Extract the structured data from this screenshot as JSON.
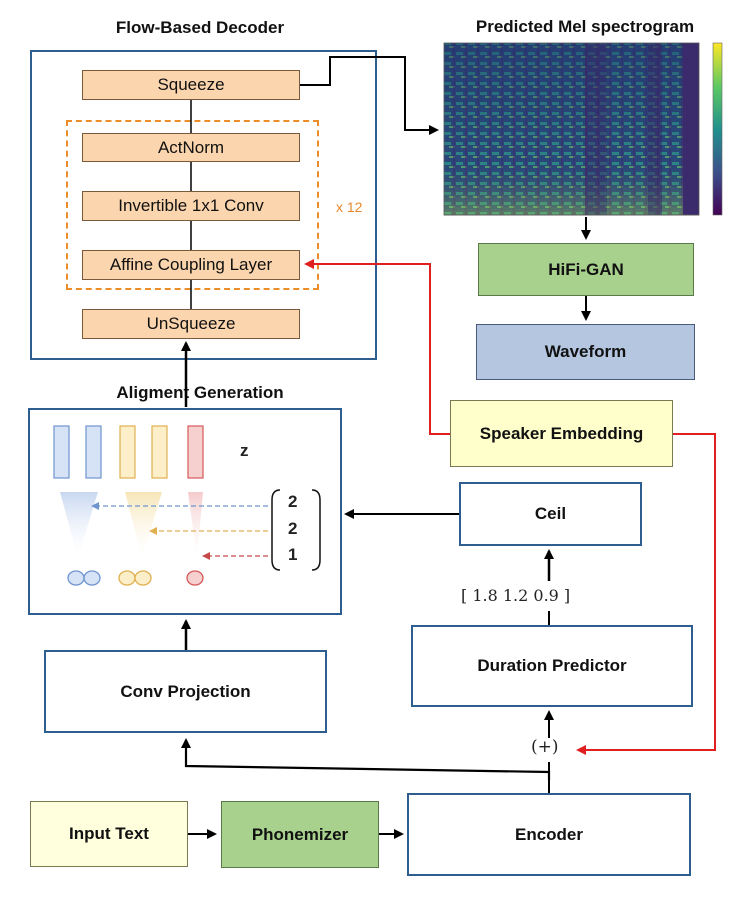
{
  "titles": {
    "flow_decoder": "Flow-Based Decoder",
    "alignment": "Aligment Generation",
    "spectrogram": "Predicted  Mel spectrogram"
  },
  "decoder": {
    "squeeze": "Squeeze",
    "actnorm": "ActNorm",
    "invconv": "Invertible 1x1 Conv",
    "coupling": "Affine Coupling Layer",
    "unsqueeze": "UnSqueeze",
    "repeat": "x 12"
  },
  "boxes": {
    "hifigan": "HiFi-GAN",
    "waveform": "Waveform",
    "speaker": "Speaker Embedding",
    "ceil": "Ceil",
    "duration": "Duration Predictor",
    "convproj": "Conv Projection",
    "input": "Input Text",
    "phonemizer": "Phonemizer",
    "encoder": "Encoder"
  },
  "alignment": {
    "z_label": "z",
    "durations": [
      "2",
      "2",
      "1"
    ]
  },
  "duration_values": "[ 1.8   1.2   0.9 ]",
  "plus_symbol": "(+)",
  "colors": {
    "frame_blue": "#2e5d8f",
    "peach": "#fbd5ad",
    "dashed_orange": "#ec8d2a",
    "hifigan_green": "#a9d18e",
    "waveform_blue": "#b4c6e0",
    "speaker_yellow": "#ffffcc",
    "input_yellow": "#ffffdd",
    "phonemizer_green": "#a9d18e",
    "speaker_arrow_red": "#e02020",
    "token_blue": "#6f95cf",
    "token_yellow": "#e8c05a",
    "token_red": "#d65a5a"
  }
}
